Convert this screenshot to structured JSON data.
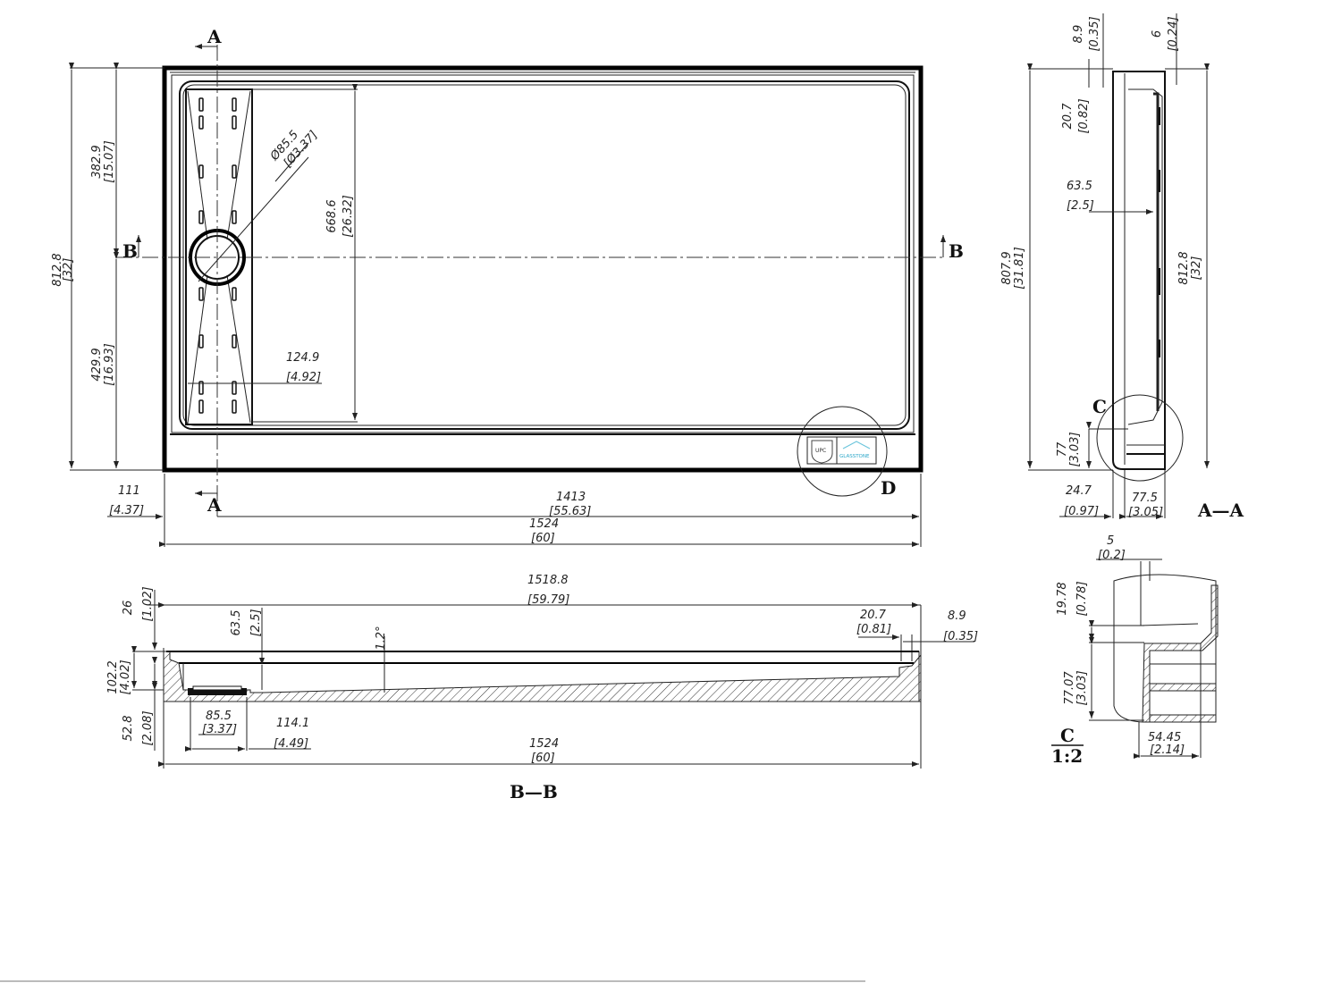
{
  "plan_view": {
    "section_marks": {
      "a_top": "A",
      "a_bottom": "A",
      "b_left": "B",
      "b_right": "B"
    },
    "detail_mark": "D",
    "dims": {
      "overall_height": {
        "mm": "812.8",
        "in": "[32]"
      },
      "upper_height": {
        "mm": "382.9",
        "in": "[15.07]"
      },
      "lower_height": {
        "mm": "429.9",
        "in": "[16.93]"
      },
      "drain_dia": {
        "mm": "Ø85.5",
        "in": "[Ø3.37]"
      },
      "channel_height": {
        "mm": "668.6",
        "in": "[26.32]"
      },
      "channel_width": {
        "mm": "124.9",
        "in": "[4.92]"
      },
      "drain_offset": {
        "mm": "111",
        "in": "[4.37]"
      },
      "remaining_length": {
        "mm": "1413",
        "in": "[55.63]"
      },
      "overall_length": {
        "mm": "1524",
        "in": "[60]"
      }
    },
    "logos": {
      "cert": "UPC",
      "brand": "GLASSTONE"
    }
  },
  "section_aa": {
    "title": "A—A",
    "detail_mark": "C",
    "dims": {
      "flange_top": {
        "mm": "8.9",
        "in": "[0.35]"
      },
      "lip": {
        "mm": "6",
        "in": "[0.24]"
      },
      "flange_depth": {
        "mm": "20.7",
        "in": "[0.82]"
      },
      "channel_depth": {
        "mm": "63.5",
        "in": "[2.5]"
      },
      "inner_height": {
        "mm": "807.9",
        "in": "[31.81]"
      },
      "overall_height": {
        "mm": "812.8",
        "in": "[32]"
      },
      "base_height": {
        "mm": "77",
        "in": "[3.03]"
      },
      "wall": {
        "mm": "24.7",
        "in": "[0.97]"
      },
      "base_depth": {
        "mm": "77.5",
        "in": "[3.05]"
      }
    }
  },
  "detail_c": {
    "title": "C",
    "scale": "1:2",
    "dims": {
      "offset": {
        "mm": "5",
        "in": "[0.2]"
      },
      "step": {
        "mm": "19.78",
        "in": "[0.78]"
      },
      "height": {
        "mm": "77.07",
        "in": "[3.03]"
      },
      "depth": {
        "mm": "54.45",
        "in": "[2.14]"
      }
    }
  },
  "section_bb": {
    "title": "B—B",
    "dims": {
      "inner_length": {
        "mm": "1518.8",
        "in": "[59.79]"
      },
      "top_gap": {
        "mm": "26",
        "in": "[1.02]"
      },
      "depth": {
        "mm": "63.5",
        "in": "[2.5]"
      },
      "slope": "1.2°",
      "flange": {
        "mm": "20.7",
        "in": "[0.81]"
      },
      "lip": {
        "mm": "8.9",
        "in": "[0.35]"
      },
      "total_height": {
        "mm": "102.2",
        "in": "[4.02]"
      },
      "base": {
        "mm": "52.8",
        "in": "[2.08]"
      },
      "drain_dia": {
        "mm": "85.5",
        "in": "[3.37]"
      },
      "drain_offset": {
        "mm": "114.1",
        "in": "[4.49]"
      },
      "overall_length": {
        "mm": "1524",
        "in": "[60]"
      }
    }
  }
}
